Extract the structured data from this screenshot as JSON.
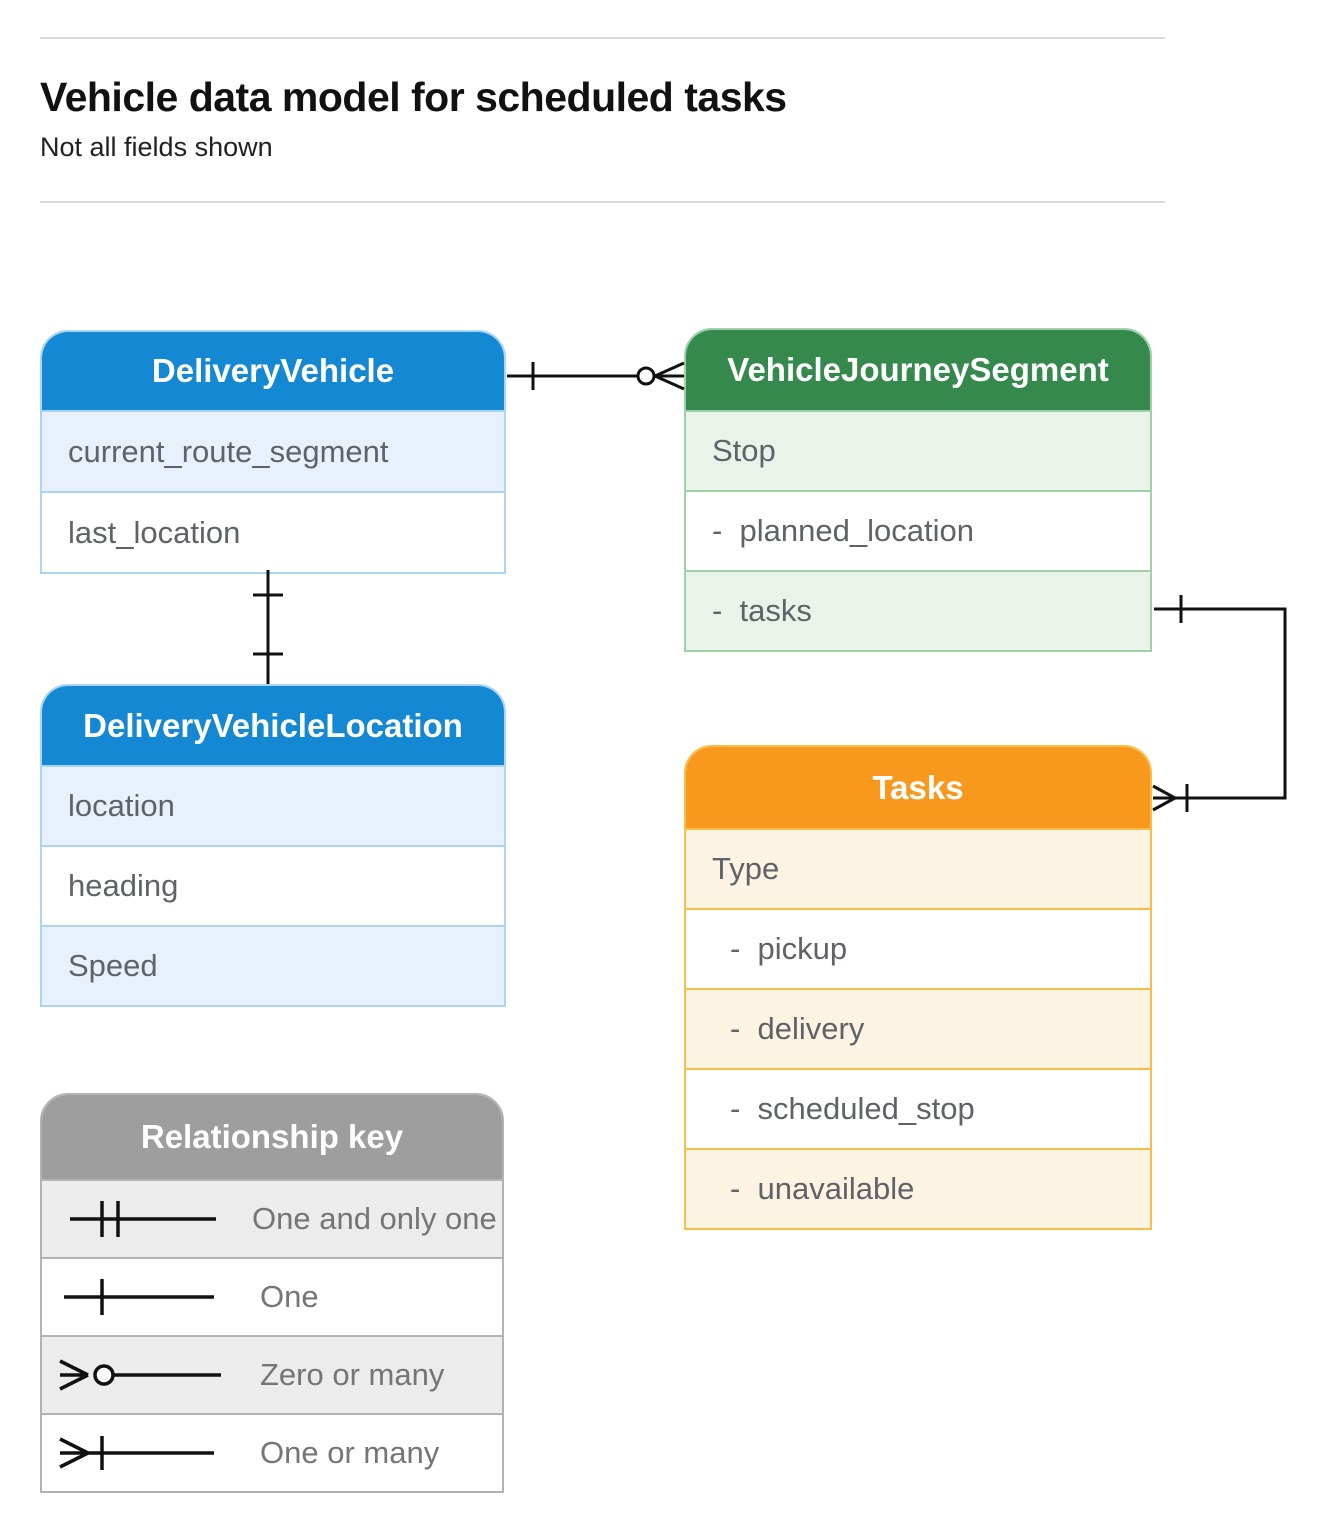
{
  "page": {
    "title": "Vehicle data model for scheduled tasks",
    "subtitle": "Not all fields shown"
  },
  "entities": [
    {
      "id": "delivery-vehicle",
      "title": "DeliveryVehicle",
      "theme": "blue",
      "rows": [
        {
          "label": "current_route_segment"
        },
        {
          "label": "last_location"
        }
      ]
    },
    {
      "id": "vehicle-journey-segment",
      "title": "VehicleJourneySegment",
      "theme": "green",
      "rows": [
        {
          "label": "Stop"
        },
        {
          "label": "-  planned_location"
        },
        {
          "label": "-  tasks"
        }
      ]
    },
    {
      "id": "delivery-vehicle-location",
      "title": "DeliveryVehicleLocation",
      "theme": "blue",
      "rows": [
        {
          "label": "location"
        },
        {
          "label": "heading"
        },
        {
          "label": "Speed"
        }
      ]
    },
    {
      "id": "tasks",
      "title": "Tasks",
      "theme": "orange",
      "rows": [
        {
          "label": "Type"
        },
        {
          "label": "-  pickup"
        },
        {
          "label": "-  delivery"
        },
        {
          "label": "-  scheduled_stop"
        },
        {
          "label": "-  unavailable"
        }
      ]
    }
  ],
  "legend": {
    "title": "Relationship key",
    "items": [
      {
        "symbol": "one-and-only-one",
        "label": "One and only one"
      },
      {
        "symbol": "one",
        "label": "One"
      },
      {
        "symbol": "zero-or-many",
        "label": "Zero or many"
      },
      {
        "symbol": "one-or-many",
        "label": "One or many"
      }
    ]
  },
  "relationships": [
    {
      "from": "DeliveryVehicle",
      "to": "VehicleJourneySegment",
      "from_cardinality": "one",
      "to_cardinality": "zero-or-many"
    },
    {
      "from": "DeliveryVehicle",
      "to": "DeliveryVehicleLocation",
      "from_cardinality": "one",
      "to_cardinality": "one"
    },
    {
      "from": "VehicleJourneySegment.tasks",
      "to": "Tasks",
      "from_cardinality": "one",
      "to_cardinality": "one-or-many"
    }
  ],
  "colors": {
    "blue_header": "#1588d3",
    "blue_row": "#e8f1fb",
    "blue_border": "#a9d4f4",
    "green_header": "#35894c",
    "green_row": "#e9f3ea",
    "green_border": "#a0d0aa",
    "orange_header": "#f8991d",
    "orange_row": "#fdf3e3",
    "orange_border": "#f9bd4a",
    "gray_header": "#9e9e9e",
    "gray_row": "#ececec",
    "gray_border": "#b3b3b3",
    "connector": "#111111",
    "row_text": "#5f6368",
    "legend_text": "#757575"
  }
}
